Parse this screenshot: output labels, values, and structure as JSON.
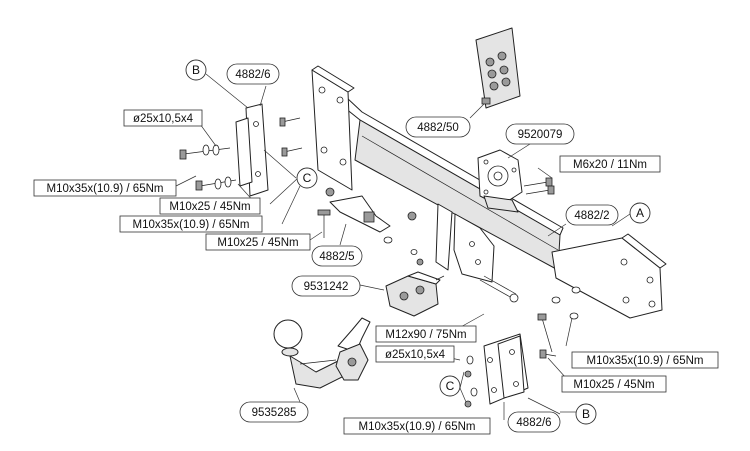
{
  "labels": {
    "b_top": "B",
    "b_bottom": "B",
    "c_top": "C",
    "c_bottom": "C",
    "a": "A",
    "bracket_left": "4882/6",
    "bracket_right": "4882/6",
    "washer_left": "ø25x10,5x4",
    "washer_right": "ø25x10,5x4",
    "bolt_left_1": "M10x35x(10.9) / 65Nm",
    "bolt_left_2": "M10x25 / 45Nm",
    "bolt_left_3": "M10x35x(10.9) / 65Nm",
    "bolt_left_4": "M10x25 / 45Nm",
    "bracket_small": "4882/5",
    "fixings_kit": "4882/50",
    "socket_plate": "9520079",
    "screw_socket": "M6x20 / 11Nm",
    "crossbar": "4882/2",
    "clamp": "9531242",
    "bolt_center": "M12x90 / 75Nm",
    "bolt_right_1": "M10x35x(10.9) / 65Nm",
    "bolt_right_2": "M10x25 / 45Nm",
    "bolt_right_3": "M10x35x(10.9) / 65Nm",
    "towball": "9535285"
  }
}
